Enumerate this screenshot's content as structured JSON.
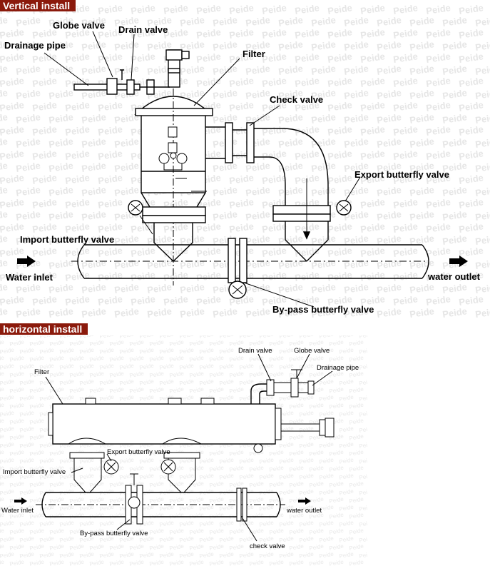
{
  "colors": {
    "tab_bg": "#8b1a0c",
    "watermark": "#e6e6e6",
    "line": "#000000"
  },
  "watermark_word": "Peide",
  "vertical": {
    "tab_label": "Vertical install",
    "labels": {
      "globe_valve": "Globe valve",
      "drain_valve": "Drain valve",
      "drainage_pipe": "Drainage pipe",
      "filter": "Filter",
      "check_valve": "Check valve",
      "export_butterfly_valve": "Export butterfly valve",
      "import_butterfly_valve": "Import butterfly valve",
      "water_inlet": "Water inlet",
      "water_outlet": "water outlet",
      "bypass_butterfly_valve": "By-pass butterfly valve"
    }
  },
  "horizontal": {
    "tab_label": "horizontal install",
    "labels": {
      "drain_valve": "Drain valve",
      "globe_valve": "Globe valve",
      "drainage_pipe": "Drainage pipe",
      "filter": "Filter",
      "export_butterfly_valve": "Export butterfly valve",
      "import_butterfly_valve": "Import butterfly valve",
      "water_inlet": "Water inlet",
      "water_outlet": "water outlet",
      "bypass_butterfly_valve": "By-pass butterfly valve",
      "check_valve": "check valve"
    }
  }
}
